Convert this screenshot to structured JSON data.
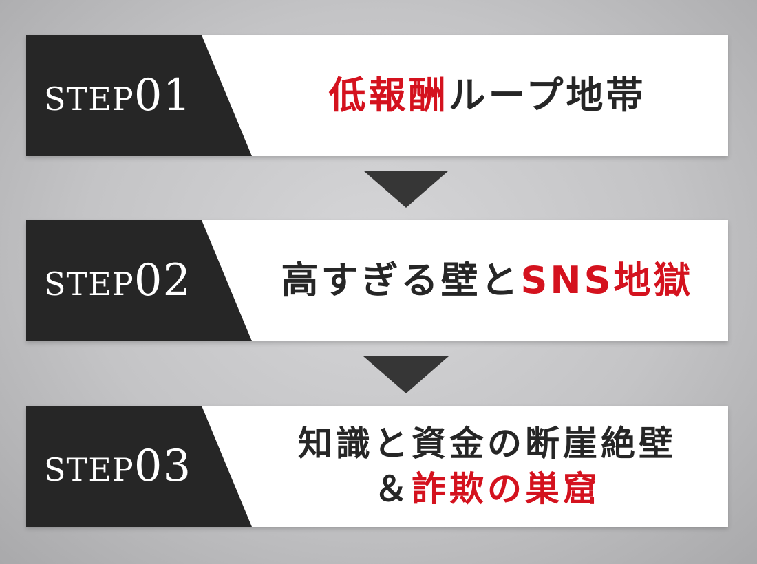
{
  "steps": [
    {
      "label_word": "STEP",
      "label_number": "01",
      "title_lines": [
        [
          {
            "text": "低報酬",
            "color": "#d4121e"
          },
          {
            "text": "ループ地帯",
            "color": "#262626"
          }
        ]
      ]
    },
    {
      "label_word": "STEP",
      "label_number": "02",
      "title_lines": [
        [
          {
            "text": "高すぎる壁と",
            "color": "#262626"
          },
          {
            "text": "SNS地獄",
            "color": "#d4121e"
          }
        ]
      ]
    },
    {
      "label_word": "STEP",
      "label_number": "03",
      "title_lines": [
        [
          {
            "text": "知識と資金の断崖絶壁",
            "color": "#262626"
          }
        ],
        [
          {
            "text": "＆",
            "color": "#262626"
          },
          {
            "text": "詐欺の巣窟",
            "color": "#d4121e"
          }
        ]
      ]
    }
  ],
  "colors": {
    "label_background": "#262626",
    "accent_red": "#d4121e",
    "title_text": "#262626",
    "arrow": "#363636"
  },
  "icons": {
    "connector": "triangle-down-arrow"
  }
}
